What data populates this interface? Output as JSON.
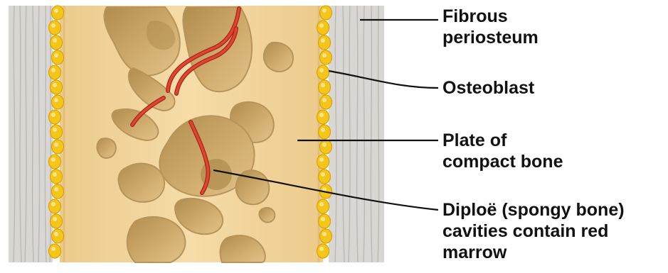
{
  "colors": {
    "background": "#ffffff",
    "periosteum": "#d8d6d2",
    "osteoblast": "#f5c61a",
    "compact_bone": "#f3d6a0",
    "cavity": "#c9a768",
    "cavity_shadow": "#a98747",
    "vessel": "#d8392a",
    "leader_line": "#111111",
    "label_text": "#111111"
  },
  "labels": [
    {
      "id": "fibrous-periosteum",
      "lines": [
        "Fibrous",
        "periosteum"
      ]
    },
    {
      "id": "osteoblast",
      "lines": [
        "Osteoblast"
      ]
    },
    {
      "id": "plate-of-compact-bone",
      "lines": [
        "Plate of",
        "compact bone"
      ]
    },
    {
      "id": "diploe",
      "lines": [
        "Diploë (spongy bone)",
        "cavities contain red",
        "marrow"
      ]
    }
  ]
}
